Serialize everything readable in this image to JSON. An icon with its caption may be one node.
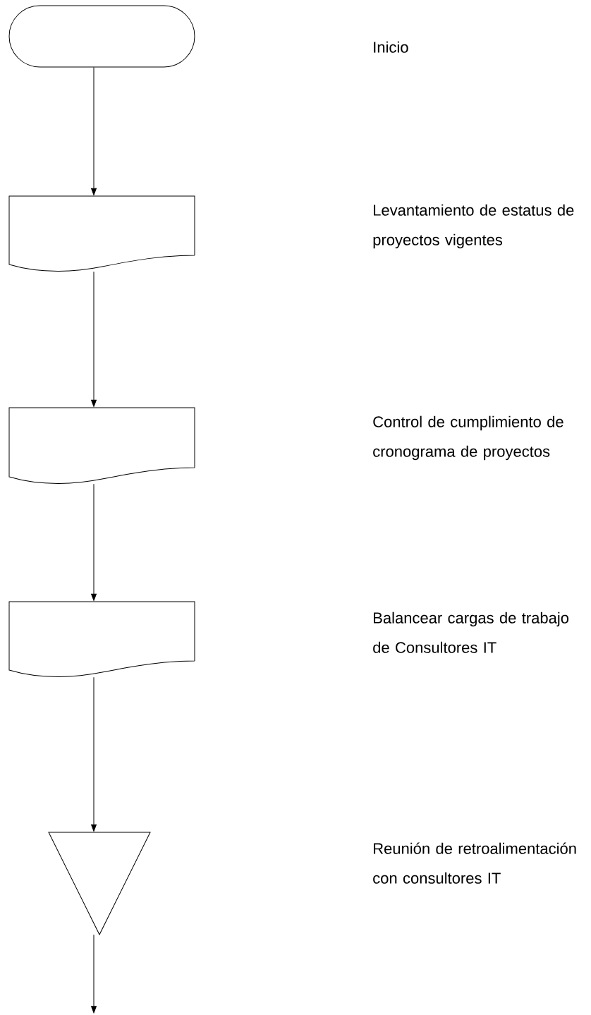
{
  "diagram": {
    "nodes": [
      {
        "text": [],
        "shape": "terminal"
      },
      {
        "text": [],
        "shape": "document"
      },
      {
        "text": [],
        "shape": "document"
      },
      {
        "text": [],
        "shape": "document"
      },
      {
        "text": [],
        "shape": "triangle"
      }
    ],
    "labels": [
      "Inicio",
      "Levantamiento de estatus de proyectos vigentes",
      "Control de cumplimiento de cronograma de proyectos",
      "Balancear cargas de trabajo de Consultores IT",
      "Reunión de retroalimentación con consultores IT"
    ],
    "edges": [
      {
        "from": 0,
        "to": 1,
        "arrow": "to"
      },
      {
        "from": 1,
        "to": 2,
        "arrow": "to"
      },
      {
        "from": 2,
        "to": 3,
        "arrow": "to"
      },
      {
        "from": 3,
        "to": 4,
        "arrow": "to"
      },
      {
        "from": 4,
        "to": null,
        "arrow": "to"
      }
    ]
  }
}
